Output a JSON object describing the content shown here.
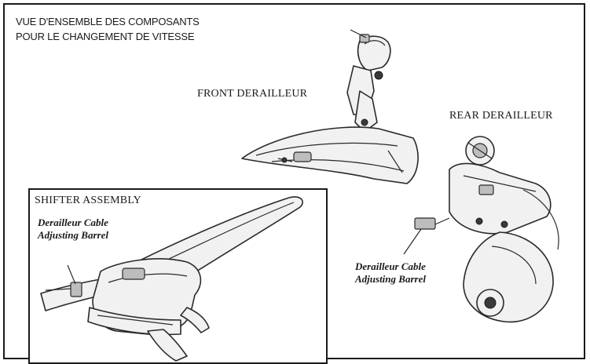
{
  "title_lines": [
    "VUE D'ENSEMBLE DES COMPOSANTS",
    "POUR LE CHANGEMENT DE VITESSE"
  ],
  "front_derailleur_label": "FRONT DERAILLEUR",
  "rear_derailleur_label": "REAR DERAILLEUR",
  "rear_callout_lines": [
    "Derailleur Cable",
    "Adjusting Barrel"
  ],
  "shifter": {
    "title": "SHIFTER ASSEMBLY",
    "callout_lines": [
      "Derailleur Cable",
      "Adjusting Barrel"
    ]
  }
}
